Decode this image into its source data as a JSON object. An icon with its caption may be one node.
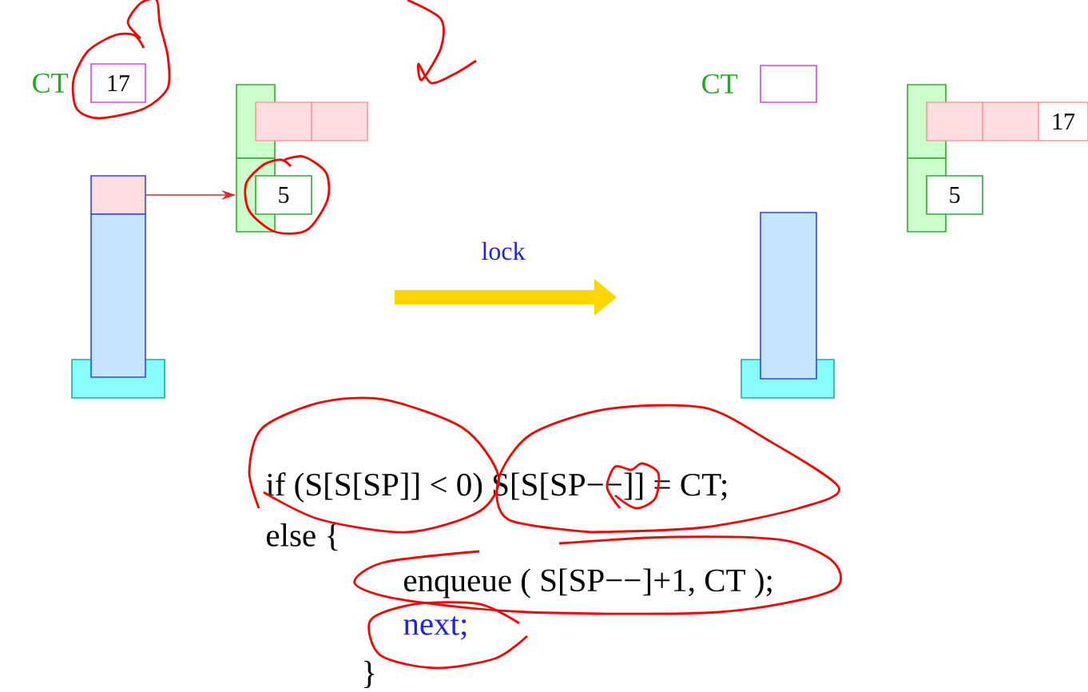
{
  "diagram": {
    "nodes": [
      {
        "text": [
          "17"
        ],
        "beside": [
          "CT"
        ]
      },
      {
        "text": [],
        "shape": "box"
      },
      {
        "text": [],
        "shape": "box"
      },
      {
        "text": [
          "5"
        ]
      },
      {
        "text": [],
        "shape": "box",
        "beside": [
          "CT"
        ]
      },
      {
        "text": [
          "17"
        ]
      },
      {
        "text": [
          "5"
        ]
      },
      {
        "text": [],
        "shape": "box"
      },
      {
        "text": [],
        "shape": "box"
      }
    ],
    "edges": [
      {
        "from": 1,
        "to": 2,
        "arrow": "to",
        "color": "#ee2222"
      }
    ],
    "labels": [
      "lock",
      "if (S[S[SP]] < 0) S[S[SP−−]] = CT;",
      "else {",
      "enqueue ( S[SP−−]+1, CT );",
      "next;",
      "}"
    ]
  }
}
